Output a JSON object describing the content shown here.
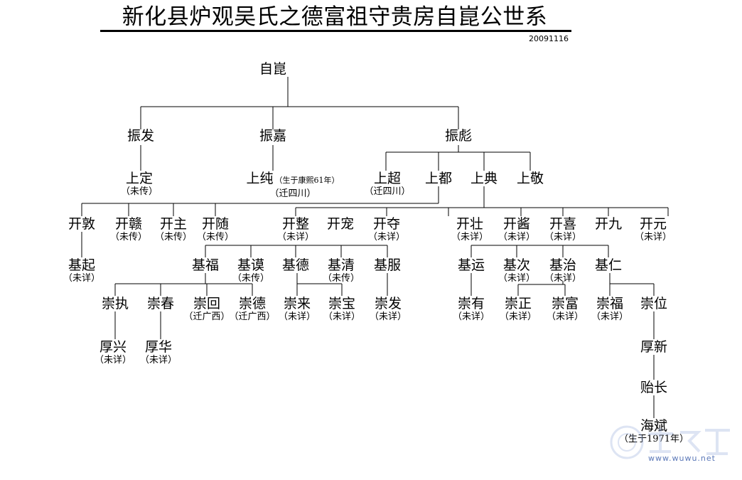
{
  "title": "新化县炉观吴氏之德富祖守贵房自崑公世系",
  "date": "20091116",
  "watermark_text": "www.wuwu.net",
  "nodes": [
    {
      "id": "zikun",
      "name": "自崑"
    },
    {
      "id": "zhenfa",
      "name": "振发"
    },
    {
      "id": "zhenjia",
      "name": "振嘉"
    },
    {
      "id": "zhenbiao",
      "name": "振彪"
    },
    {
      "id": "shangding",
      "name": "上定",
      "note": "（未传）"
    },
    {
      "id": "shangchun",
      "name": "上纯",
      "inline_note": "（生于康熙61年）",
      "note": "（迁四川）"
    },
    {
      "id": "shangchao",
      "name": "上超",
      "note": "（迁四川）"
    },
    {
      "id": "shangdu",
      "name": "上都"
    },
    {
      "id": "shangdian",
      "name": "上典"
    },
    {
      "id": "shangjing",
      "name": "上敬"
    },
    {
      "id": "kaidun",
      "name": "开敦"
    },
    {
      "id": "kaigan",
      "name": "开赣",
      "note": "（未传）"
    },
    {
      "id": "kaizhu",
      "name": "开主",
      "note": "（未传）"
    },
    {
      "id": "kaisui",
      "name": "开随",
      "note": "（未传）"
    },
    {
      "id": "kaizheng",
      "name": "开整",
      "note": "（未详）"
    },
    {
      "id": "kaichong",
      "name": "开宠"
    },
    {
      "id": "kaiduo",
      "name": "开夺",
      "note": "（未详）"
    },
    {
      "id": "kaizhuang",
      "name": "开壮",
      "note": "（未详）"
    },
    {
      "id": "kaijiang",
      "name": "开酱",
      "note": "（未详）"
    },
    {
      "id": "kaixi",
      "name": "开喜",
      "note": "（未详）"
    },
    {
      "id": "kaijiu",
      "name": "开九"
    },
    {
      "id": "kaiyuan",
      "name": "开元",
      "note": "（未详）"
    },
    {
      "id": "jiqi",
      "name": "基起",
      "note": "（未详）"
    },
    {
      "id": "jifu",
      "name": "基福"
    },
    {
      "id": "jimo",
      "name": "基谟",
      "note": "（未传）"
    },
    {
      "id": "jide",
      "name": "基德"
    },
    {
      "id": "jiqing",
      "name": "基清",
      "note": "（未传）"
    },
    {
      "id": "jifu2",
      "name": "基服"
    },
    {
      "id": "jiyun",
      "name": "基运"
    },
    {
      "id": "jici",
      "name": "基次",
      "note": "（未详）"
    },
    {
      "id": "jizhi",
      "name": "基治",
      "note": "（未详）"
    },
    {
      "id": "jiren",
      "name": "基仁"
    },
    {
      "id": "chongzhi",
      "name": "崇执"
    },
    {
      "id": "chongchun",
      "name": "崇春"
    },
    {
      "id": "chonghui",
      "name": "崇回",
      "note": "（迁广西）"
    },
    {
      "id": "chongde",
      "name": "崇德",
      "note": "（迁广西）"
    },
    {
      "id": "chonglai",
      "name": "崇来",
      "note": "（未详）"
    },
    {
      "id": "chongbao",
      "name": "崇宝",
      "note": "（未详）"
    },
    {
      "id": "chongfa",
      "name": "崇发",
      "note": "（未详）"
    },
    {
      "id": "chongyou",
      "name": "崇有",
      "note": "（未详）"
    },
    {
      "id": "chongzheng",
      "name": "崇正",
      "note": "（未详）"
    },
    {
      "id": "chongfu",
      "name": "崇富",
      "note": "（未详）"
    },
    {
      "id": "chongfu2",
      "name": "崇福",
      "note": "（未详）"
    },
    {
      "id": "chongwei",
      "name": "崇位"
    },
    {
      "id": "houxing",
      "name": "厚兴",
      "note": "（未详）"
    },
    {
      "id": "houhua",
      "name": "厚华",
      "note": "（未详）"
    },
    {
      "id": "houxin",
      "name": "厚新"
    },
    {
      "id": "yizhang",
      "name": "贻长"
    },
    {
      "id": "haibin",
      "name": "海斌",
      "note": "（生于1971年）"
    }
  ]
}
